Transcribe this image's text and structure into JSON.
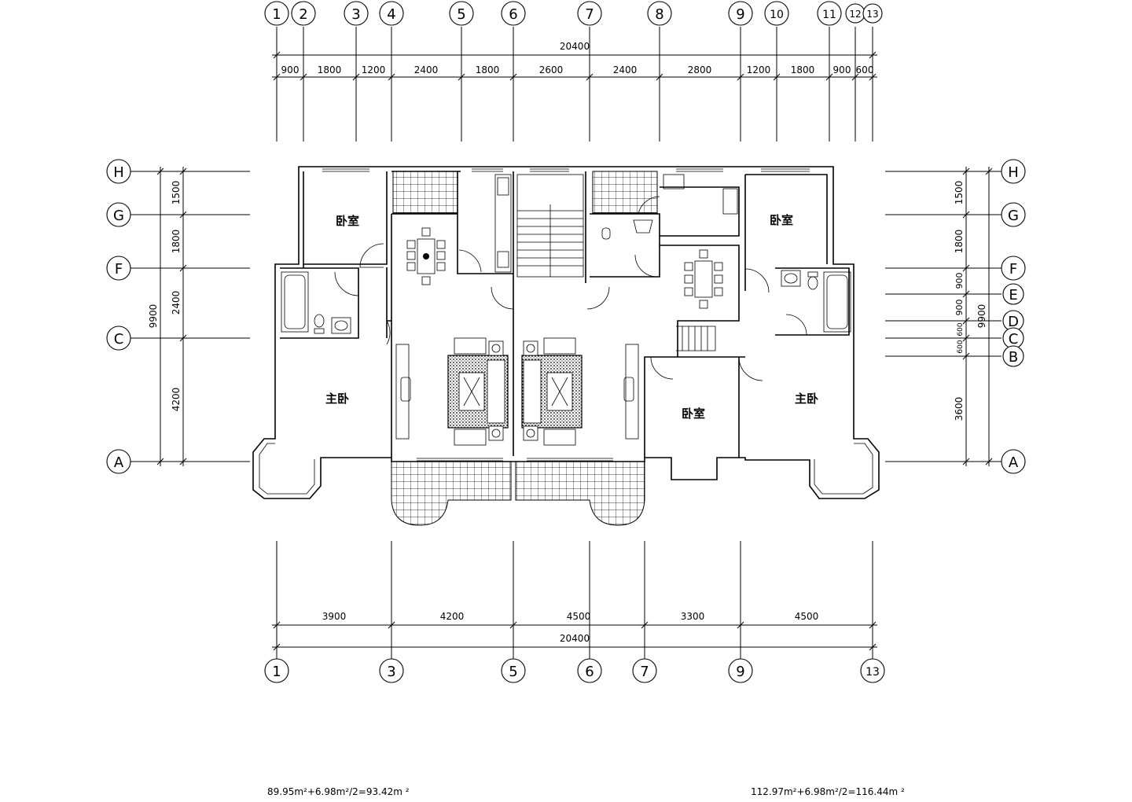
{
  "top_axes": [
    "1",
    "2",
    "3",
    "4",
    "5",
    "6",
    "7",
    "8",
    "9",
    "10",
    "11",
    "12",
    "13"
  ],
  "top_total": "20400",
  "top_dims": [
    "900",
    "1800",
    "1200",
    "2400",
    "1800",
    "2600",
    "2400",
    "2800",
    "1200",
    "1800",
    "900",
    "600"
  ],
  "bottom_axes": [
    "1",
    "3",
    "5",
    "6",
    "7",
    "9",
    "13"
  ],
  "bottom_dims": [
    "3900",
    "4200",
    "4500",
    "3300",
    "4500"
  ],
  "bottom_total": "20400",
  "left_rows": [
    "H",
    "G",
    "F",
    "C",
    "A"
  ],
  "left_dims": [
    "1500",
    "1800",
    "2400",
    "4200"
  ],
  "left_total": "9900",
  "right_rows": [
    "H",
    "G",
    "F",
    "E",
    "D",
    "C",
    "B",
    "A"
  ],
  "right_dims": [
    "1500",
    "1800",
    "900",
    "900",
    "600",
    "600",
    "3600"
  ],
  "right_total": "9900",
  "rooms": {
    "bedroom_top_left": "卧室",
    "master_left": "主卧",
    "bedroom_top_right": "卧室",
    "bedroom_mid_right": "卧室",
    "master_right": "主卧"
  },
  "areas": {
    "left": "89.95m²+6.98m²/2=93.42m ²",
    "right": "112.97m²+6.98m²/2=116.44m ²"
  }
}
